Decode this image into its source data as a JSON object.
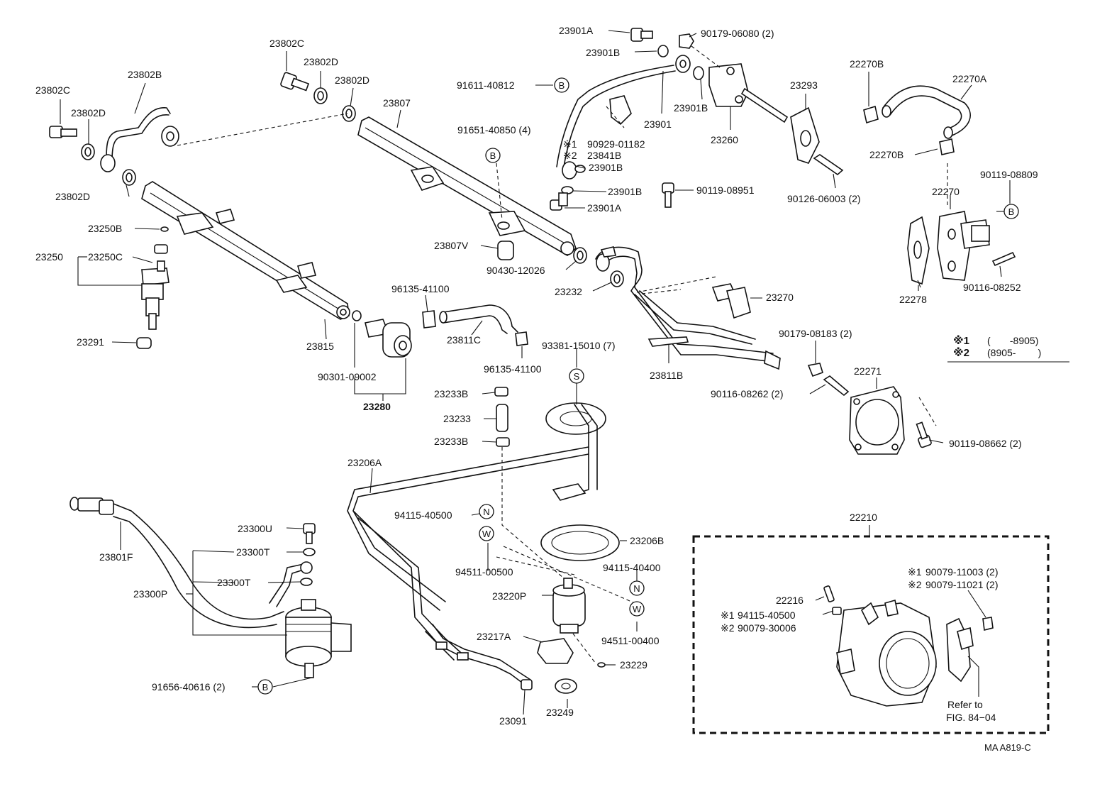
{
  "diagram": {
    "parts": {
      "p23802C_a": "23802C",
      "p23802C_b": "23802C",
      "p23802D_a": "23802D",
      "p23802D_b": "23802D",
      "p23802D_c": "23802D",
      "p23802D_d": "23802D",
      "p23802B": "23802B",
      "p23807": "23807",
      "p91651": "91651-40850 (4)",
      "p91611": "91611-40812",
      "p23901A_a": "23901A",
      "p23901B_a": "23901B",
      "p90179_06080": "90179-06080 (2)",
      "p23901B_b": "23901B",
      "p23901": "23901",
      "p23260": "23260",
      "p23293": "23293",
      "p22270B_a": "22270B",
      "p22270A": "22270A",
      "p22270B_b": "22270B",
      "p90929": "90929-01182",
      "p23841B": "23841B",
      "p23901B_c": "23901B",
      "p23901B_d": "23901B",
      "p23901A_b": "23901A",
      "p90126": "90126-06003 (2)",
      "p90119_08809": "90119-08809",
      "p22270": "22270",
      "p23250B": "23250B",
      "p23250": "23250",
      "p23250C": "23250C",
      "p23807V": "23807V",
      "p90430": "90430-12026",
      "p90119_08951": "90119-08951",
      "p23232": "23232",
      "p23270": "23270",
      "p22278": "22278",
      "p90116_08252": "90116-08252",
      "p96135_a": "96135-41100",
      "p23291": "23291",
      "p23815": "23815",
      "p23811C": "23811C",
      "p90301": "90301-09002",
      "p96135_b": "96135-41100",
      "p23280": "23280",
      "p93381": "93381-15010 (7)",
      "p90179_08183": "90179-08183 (2)",
      "p22271": "22271",
      "p23811B": "23811B",
      "p90116_08262": "90116-08262 (2)",
      "p23233B_a": "23233B",
      "p23233": "23233",
      "p23233B_b": "23233B",
      "p90119_08662": "90119-08662 (2)",
      "p23206A": "23206A",
      "p94115_40500": "94115-40500",
      "p23300U": "23300U",
      "p23300T_a": "23300T",
      "p23801F": "23801F",
      "p23206B": "23206B",
      "p94511_00500": "94511-00500",
      "p94115_40400": "94115-40400",
      "p23300T_b": "23300T",
      "p23300P": "23300P",
      "p23220P": "23220P",
      "p94511_00400": "94511-00400",
      "p23217A": "23217A",
      "p23229": "23229",
      "p91656": "91656-40616 (2)",
      "p23249": "23249",
      "p23091": "23091",
      "p22210": "22210",
      "p22216": "22216",
      "p94115_40500_k1": "94115-40500",
      "p90079_30006_k2": "90079-30006",
      "p90079_11003_k1": "90079-11003 (2)",
      "p90079_11021_k2": "90079-11021 (2)"
    },
    "callouts": {
      "B1": "B",
      "B2": "B",
      "B3": "B",
      "B4": "B",
      "S": "S",
      "N1": "N",
      "W1": "W",
      "N2": "N",
      "W2": "W"
    },
    "marks": {
      "k1": "※1",
      "k2": "※2"
    },
    "legend": {
      "k1_mark": "※1",
      "k1_range": "(       -8905)",
      "k2_mark": "※2",
      "k2_range": "(8905-        )"
    },
    "refer_line1": "Refer to",
    "refer_line2": "FIG. 84−04",
    "code": "MA A819-C"
  }
}
